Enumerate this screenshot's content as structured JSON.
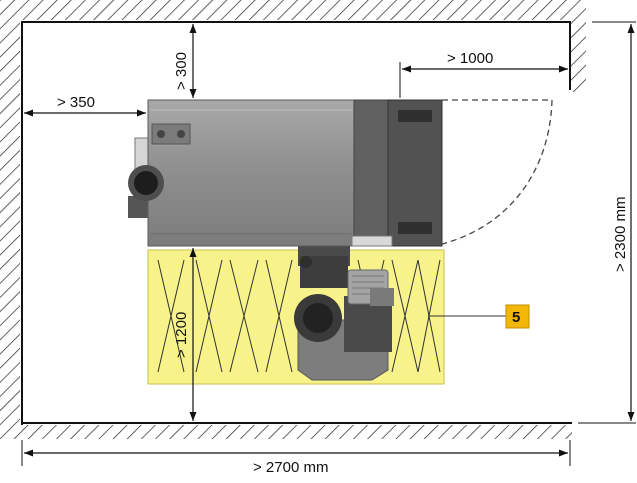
{
  "dimensions": {
    "top_clearance": "> 300",
    "left_clearance": "> 350",
    "door_clearance": "> 1000",
    "front_clearance": "> 1200",
    "room_depth": "> 2300 mm",
    "room_width": "> 2700 mm"
  },
  "callout": {
    "number": "5",
    "color": "#f2b705"
  },
  "colors": {
    "service_area": "#f7f28a",
    "boiler_body": "#8f8f8f",
    "boiler_door": "#555555",
    "wall_hatch": "#222222"
  }
}
